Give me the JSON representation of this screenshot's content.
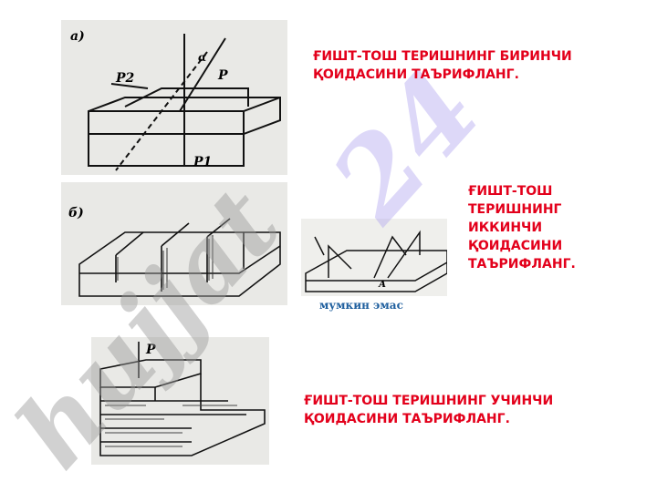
{
  "questions": {
    "first": "ҒИШТ-ТОШ ТЕРИШНИНГ БИРИНЧИ ҚОИДАСИНИ  ТАЪРИФЛАНГ.",
    "second_lines": [
      "ҒИШТ-ТОШ",
      "ТЕРИШНИНГ",
      "ИККИНЧИ",
      "ҚОИДАСИНИ",
      "ТАЪРИФЛАНГ."
    ],
    "third": "ҒИШТ-ТОШ ТЕРИШНИНГ  УЧИНЧИ ҚОИДАСИНИ  ТАЪРИФЛАНГ."
  },
  "figures": {
    "a_label": "а)",
    "b_label": "б)",
    "alpha": "α",
    "p": "P",
    "p1": "P1",
    "p2": "P2",
    "a_mark": "А",
    "p_top": "P"
  },
  "note": "мумкин эмас",
  "watermark": "hujjat 24",
  "colors": {
    "question": "#e3001b",
    "note": "#1f5f9e"
  }
}
